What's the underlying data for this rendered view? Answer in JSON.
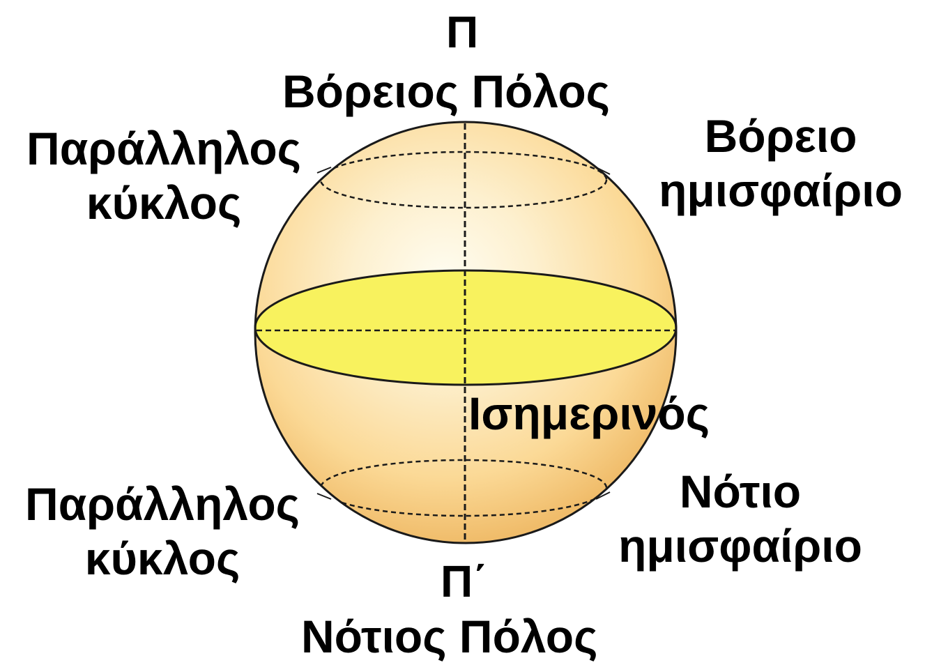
{
  "diagram": {
    "north_pole_symbol": "Π",
    "north_pole_name": "Βόρειος Πόλος",
    "south_pole_symbol": "Π΄",
    "south_pole_name": "Νότιος Πόλος",
    "parallel_top": {
      "line1": "Παράλληλος",
      "line2": "κύκλος"
    },
    "parallel_bottom": {
      "line1": "Παράλληλος",
      "line2": "κύκλος"
    },
    "northern_hemisphere": {
      "line1": "Βόρειο",
      "line2": "ημισφαίριο"
    },
    "southern_hemisphere": {
      "line1": "Νότιο",
      "line2": "ημισφαίριο"
    },
    "equator": "Ισημερινός"
  },
  "colors": {
    "sphere_light": "#fffdf2",
    "sphere_mid": "#fbe0a6",
    "sphere_edge": "#f0bc6a",
    "equator_fill": "#f8f25e",
    "outline": "#1a1a1a",
    "text": "#000000"
  }
}
